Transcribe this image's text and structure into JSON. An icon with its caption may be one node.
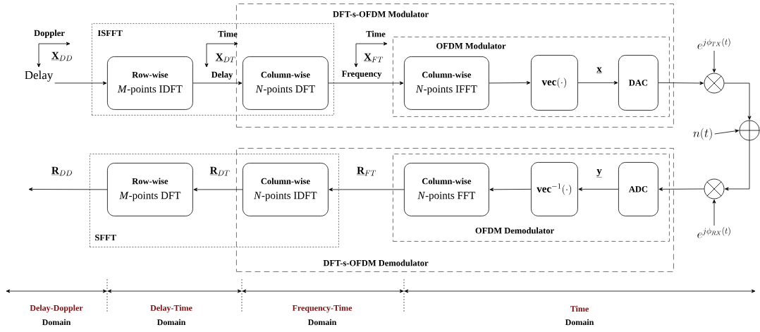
{
  "diagram": {
    "nodes": [
      {
        "text": [
          "DFT-s-OFDM Modulator"
        ]
      },
      {
        "text": [
          "ISFFT"
        ]
      },
      {
        "text": [
          "Row-wise",
          "*M*-points IDFT"
        ],
        "in": 1
      },
      {
        "text": [
          "Column-wise",
          "*N*-points DFT"
        ]
      },
      {
        "text": [
          "OFDM Modulator"
        ],
        "in": 0
      },
      {
        "text": [
          "Column-wise",
          "*N*-points IFFT"
        ],
        "in": 4
      },
      {
        "text": [
          "\\mathbf{vec}(\\cdot)"
        ],
        "in": 4
      },
      {
        "text": [
          "DAC"
        ],
        "in": 4
      },
      {
        "text": [
          "e^{j\\phi_{TX}(t)}"
        ]
      },
      {
        "text": [],
        "shape": "circle"
      },
      {
        "text": [
          "n(t)"
        ]
      },
      {
        "text": [],
        "shape": "circle"
      },
      {
        "text": [],
        "shape": "circle"
      },
      {
        "text": [
          "e^{j\\phi_{RX}(t)}"
        ]
      },
      {
        "text": [
          "DFT-s-OFDM Demodulator"
        ]
      },
      {
        "text": [
          "OFDM Demodulator"
        ],
        "in": 14
      },
      {
        "text": [
          "ADC"
        ],
        "in": 15
      },
      {
        "text": [
          "\\mathbf{vec}^{-1}(\\cdot)"
        ],
        "in": 15
      },
      {
        "text": [
          "Column-wise",
          "*N*-points FFT"
        ],
        "in": 15
      },
      {
        "text": [
          "SFFT"
        ]
      },
      {
        "text": [
          "Column-wise",
          "*N*-points IDFT"
        ]
      },
      {
        "text": [
          "Row-wise",
          "*M*-points DFT"
        ],
        "in": 19
      },
      {
        "text": [
          "Delay"
        ]
      }
    ],
    "edges": [
      {
        "from": 22,
        "to": 2,
        "arrow": "to"
      },
      {
        "from": 2,
        "to": 3,
        "arrow": "to"
      },
      {
        "from": 3,
        "to": 5,
        "arrow": "to"
      },
      {
        "from": 5,
        "to": 6,
        "arrow": "to"
      },
      {
        "from": 6,
        "to": 7,
        "arrow": "to",
        "label": "\\underline{\\mathbf{x}}"
      },
      {
        "from": 7,
        "to": 9,
        "arrow": "to"
      },
      {
        "from": 8,
        "to": 9,
        "arrow": "to"
      },
      {
        "from": 9,
        "to": 11,
        "arrow": "to"
      },
      {
        "from": 10,
        "to": 11,
        "arrow": "to"
      },
      {
        "from": 11,
        "to": 12,
        "arrow": "to"
      },
      {
        "from": 13,
        "to": 12,
        "arrow": "to"
      },
      {
        "from": 12,
        "to": 16,
        "arrow": "to"
      },
      {
        "from": 16,
        "to": 17,
        "arrow": "to",
        "label": "\\underline{\\mathbf{y}}"
      },
      {
        "from": 17,
        "to": 18,
        "arrow": "to"
      },
      {
        "from": 18,
        "to": 20,
        "arrow": "to",
        "label": "\\underline{\\mathbf{R}}_{FT}"
      },
      {
        "from": 20,
        "to": 21,
        "arrow": "to",
        "label": "\\underline{\\mathbf{R}}_{DT}"
      },
      {
        "from": 21,
        "to": null,
        "arrow": "to",
        "label": "\\underline{\\mathbf{R}}_{DD}"
      }
    ],
    "labels": [
      "Doppler",
      "\\underline{\\mathbf{X}}_{DD}",
      "Time",
      "\\underline{\\mathbf{X}}_{DT}",
      "Delay",
      "Time",
      "\\underline{\\mathbf{X}}_{FT}",
      "Frequency",
      "Delay-Doppler",
      "Domain",
      "Delay-Time",
      "Domain",
      "Frequency-Time",
      "Domain",
      "Time",
      "Domain"
    ]
  }
}
